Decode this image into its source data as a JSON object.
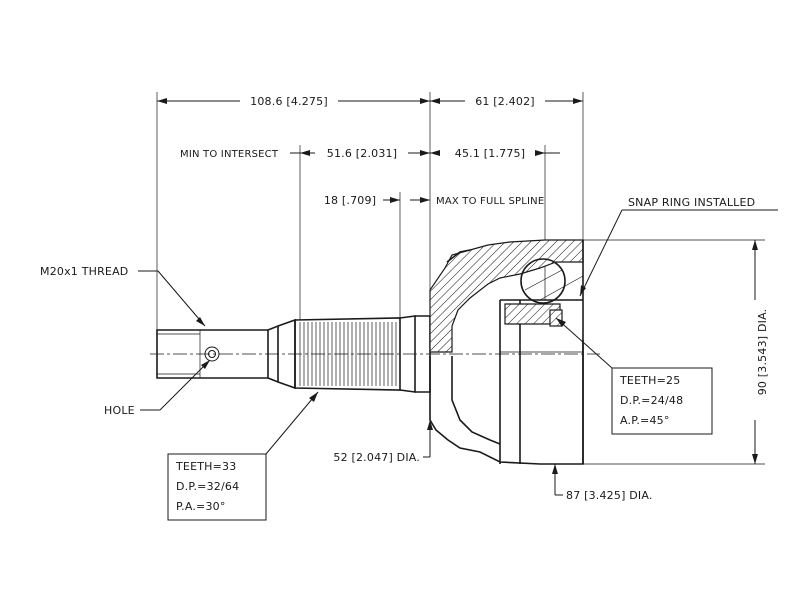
{
  "dimensions": {
    "overall_length": "108.6 [4.275]",
    "housing_length": "61 [2.402]",
    "min_to_intersect_label": "MIN TO INTERSECT",
    "min_to_intersect_value": "51.6 [2.031]",
    "inner_offset": "45.1 [1.775]",
    "spline_offset": "18 [.709]",
    "max_to_full_spline": "MAX TO FULL SPLINE",
    "snap_ring": "SNAP RING INSTALLED",
    "thread": "M20x1 THREAD",
    "hole": "HOLE",
    "shoulder_dia": "52 [2.047] DIA.",
    "bell_dia": "87 [3.425] DIA.",
    "outer_dia": "90 [3.543] DIA."
  },
  "outer_spline": {
    "teeth": "TEETH=33",
    "dp": "D.P.=32/64",
    "pa": "P.A.=30°"
  },
  "inner_spline": {
    "teeth": "TEETH=25",
    "dp": "D.P.=24/48",
    "ap": "A.P.=45°"
  }
}
